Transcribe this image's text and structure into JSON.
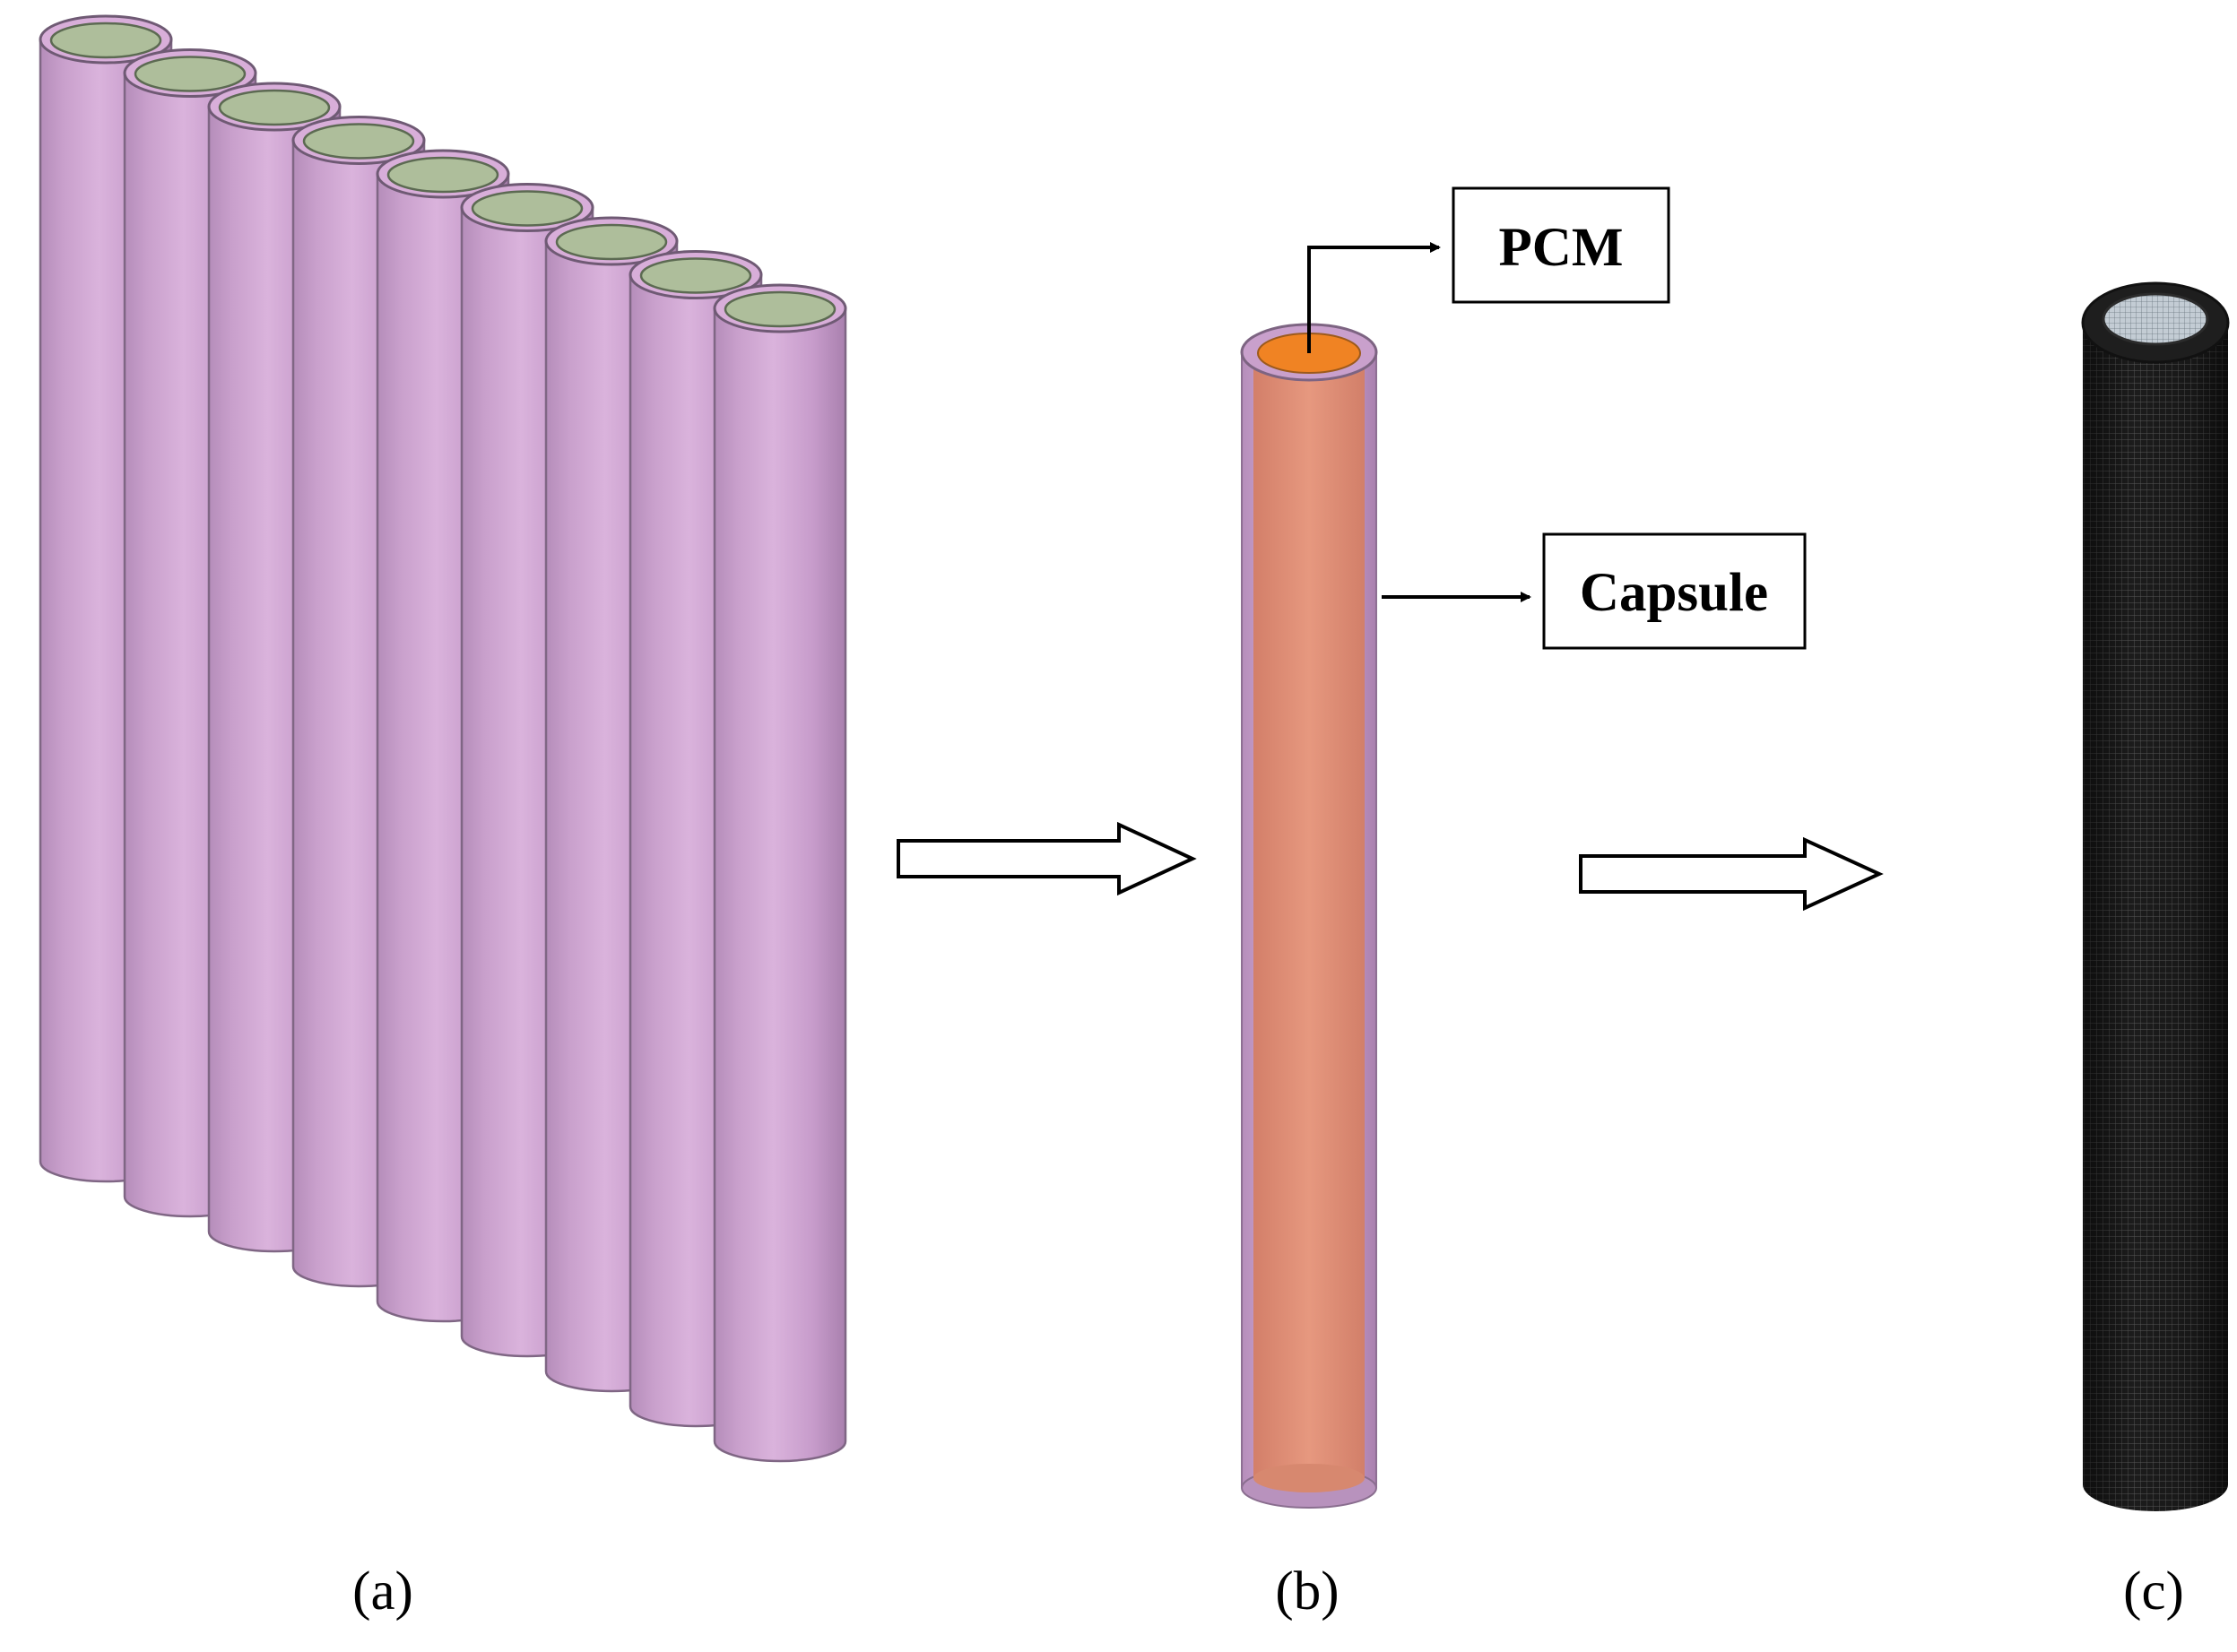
{
  "panels": [
    {
      "id": "a",
      "label": "(a)"
    },
    {
      "id": "b",
      "label": "(b)"
    },
    {
      "id": "c",
      "label": "(c)"
    }
  ],
  "callouts": {
    "pcm": "PCM",
    "capsule": "Capsule"
  },
  "tube_array": {
    "count": 9
  },
  "colors": {
    "capsule_light": "#d8aed9",
    "capsule_mid": "#c69bc9",
    "capsule_dark": "#ad84b3",
    "pcm_top_green": "#aebe9b",
    "pcm_core": "#e0917a",
    "pcm_core_dark": "#d07e68",
    "pcm_top_orange": "#f08323",
    "mesh": "#1a1a1a",
    "mesh_top": "#b8c3cc"
  }
}
